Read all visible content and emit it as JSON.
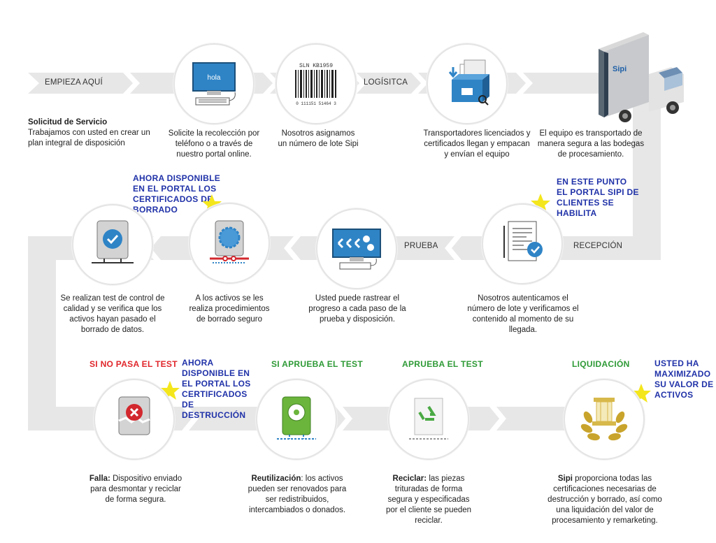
{
  "colors": {
    "track": "#e7e7e7",
    "blue_text": "#2032a8",
    "red_text": "#e0262b",
    "green_text": "#2e9a36",
    "star": "#f4e61c"
  },
  "labels": {
    "start": "EMPIEZA AQUÍ",
    "logistics": "LOGÍSITCA",
    "test": "PRUEBA",
    "reception": "RECEPCIÓN"
  },
  "callouts": {
    "erase_certs": "AHORA DISPONIBLE EN EL PORTAL LOS CERTIFICADOS DE BORRADO",
    "portal": "EN ESTE PUNTO EL PORTAL SIPI DE CLIENTES SE HABILITA",
    "destroy_certs": "AHORA DISPONIBLE EN EL PORTAL LOS CERTIFICADOS DE DESTRUCCIÓN",
    "maximized": "USTED HA MAXIMIZADO SU VALOR DE ACTIVOS"
  },
  "headings": {
    "fail": "SI NO PASA EL TEST",
    "pass": "SI APRUEBA EL TEST",
    "approve": "APRUEBA EL TEST",
    "liquidation": "LIQUIDACIÓN"
  },
  "icons": {
    "monitor_text": "hola",
    "barcode_top": "SLN KB1959",
    "barcode_bottom": "0  111151 51464  3",
    "truck_brand": "Sipi"
  },
  "steps": {
    "service_title": "Solicitud de Servicio",
    "service_text": "Trabajamos con usted en crear un plan integral de disposición",
    "request": "Solicite la recolección por teléfono o a través de nuestro portal online.",
    "lot": "Nosotros asignamos un número de lote Sipi",
    "carriers": "Transportadores licenciados y certificados llegan y empacan y envían el equipo",
    "transport": "El equipo es transportado de manera segura a las bodegas de procesamiento.",
    "authenticate": "Nosotros autenticamos el número de lote y verificamos el contenido al momento de su llegada.",
    "track": "Usted puede rastrear el progreso a cada paso de la prueba y disposición.",
    "erase": "A los activos se les realiza procedimientos de borrado seguro",
    "qc": "Se realizan test de control de calidad y se verifica que los activos hayan pasado el borrado de datos.",
    "fail_bold": "Falla:",
    "fail_text": " Dispositivo enviado para desmontar y reciclar de forma segura.",
    "reuse_bold": "Reutilización",
    "reuse_text": ": los activos pueden ser renovados para ser redistribuidos, intercambiados o donados.",
    "recycle_bold": "Reciclar:",
    "recycle_text": " las piezas trituradas de forma segura y especificadas por el cliente se pueden reciclar.",
    "sipi_bold": "Sipi",
    "sipi_text": " proporciona todas las certificaciones necesarias de destrucción y borrado, así como una liquidación del valor de procesamiento y remarketing."
  }
}
